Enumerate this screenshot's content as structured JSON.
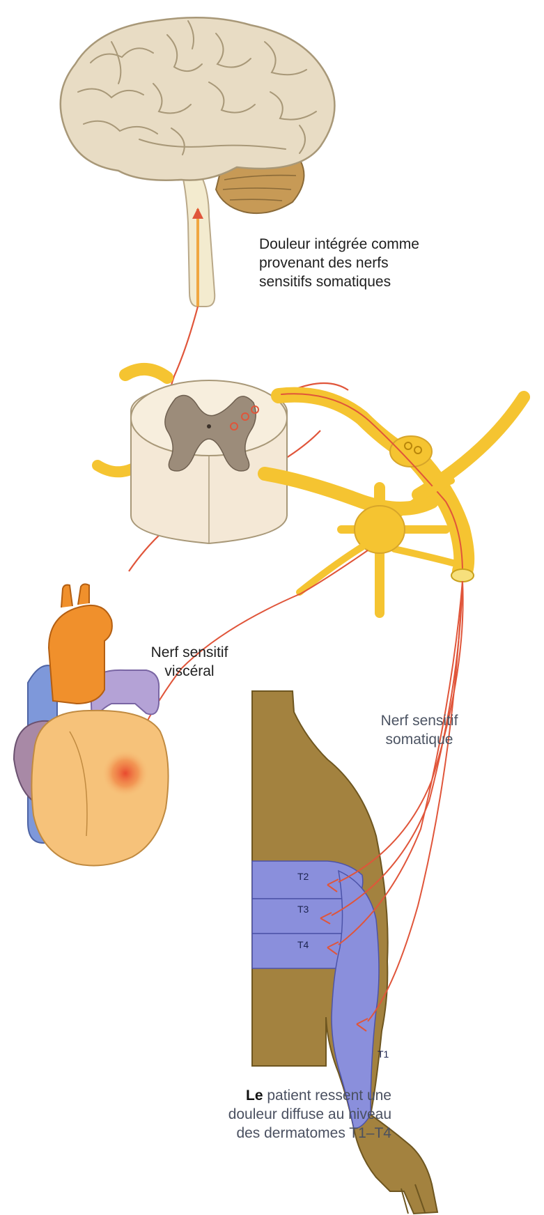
{
  "labels": {
    "brain": [
      "Douleur intégrée comme",
      "provenant des nerfs",
      "sensitifs somatiques"
    ],
    "visceral": [
      "Nerf sensitif",
      "viscéral"
    ],
    "somatic": [
      "Nerf sensitif",
      "somatique"
    ],
    "patient_bold": "Le",
    "patient": [
      " patient ressent une",
      "douleur diffuse au niveau",
      "des dermatomes T1–T4"
    ]
  },
  "dermatomes": [
    "T2",
    "T3",
    "T4",
    "T1"
  ],
  "colors": {
    "brain": "#e8dcc4",
    "cerebellum": "#c79a56",
    "nerve": "#f5c431",
    "pain_fiber": "#e0553a",
    "grey_matter": "#9c8c7a",
    "spinal_cord": "#f4e8d6",
    "skin": "#a3823f",
    "dermatome": "#8a8fdc",
    "heart": "#f6c27a",
    "aorta": "#f0902c",
    "pulmonary": "#b4a2d6",
    "vena_cava": "#7e98da"
  }
}
